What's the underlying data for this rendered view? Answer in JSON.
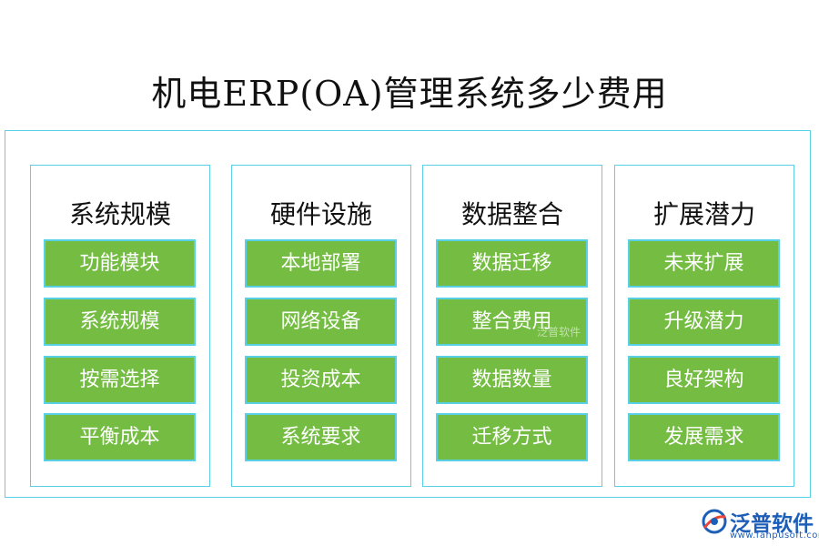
{
  "title": "机电ERP(OA)管理系统多少费用",
  "columns": [
    {
      "heading": "系统规模",
      "items": [
        "功能模块",
        "系统规模",
        "按需选择",
        "平衡成本"
      ]
    },
    {
      "heading": "硬件设施",
      "items": [
        "本地部署",
        "网络设备",
        "投资成本",
        "系统要求"
      ]
    },
    {
      "heading": "数据整合",
      "items": [
        "数据迁移",
        "整合费用",
        "数据数量",
        "迁移方式"
      ]
    },
    {
      "heading": "扩展潜力",
      "items": [
        "未来扩展",
        "升级潜力",
        "良好架构",
        "发展需求"
      ]
    }
  ],
  "watermark": "泛普软件",
  "logo": {
    "name": "泛普软件",
    "url": "www.fanpusoft.com"
  },
  "colors": {
    "box_fill": "#74bd42",
    "border": "#5ad0e6",
    "logo": "#1d5fb8"
  }
}
